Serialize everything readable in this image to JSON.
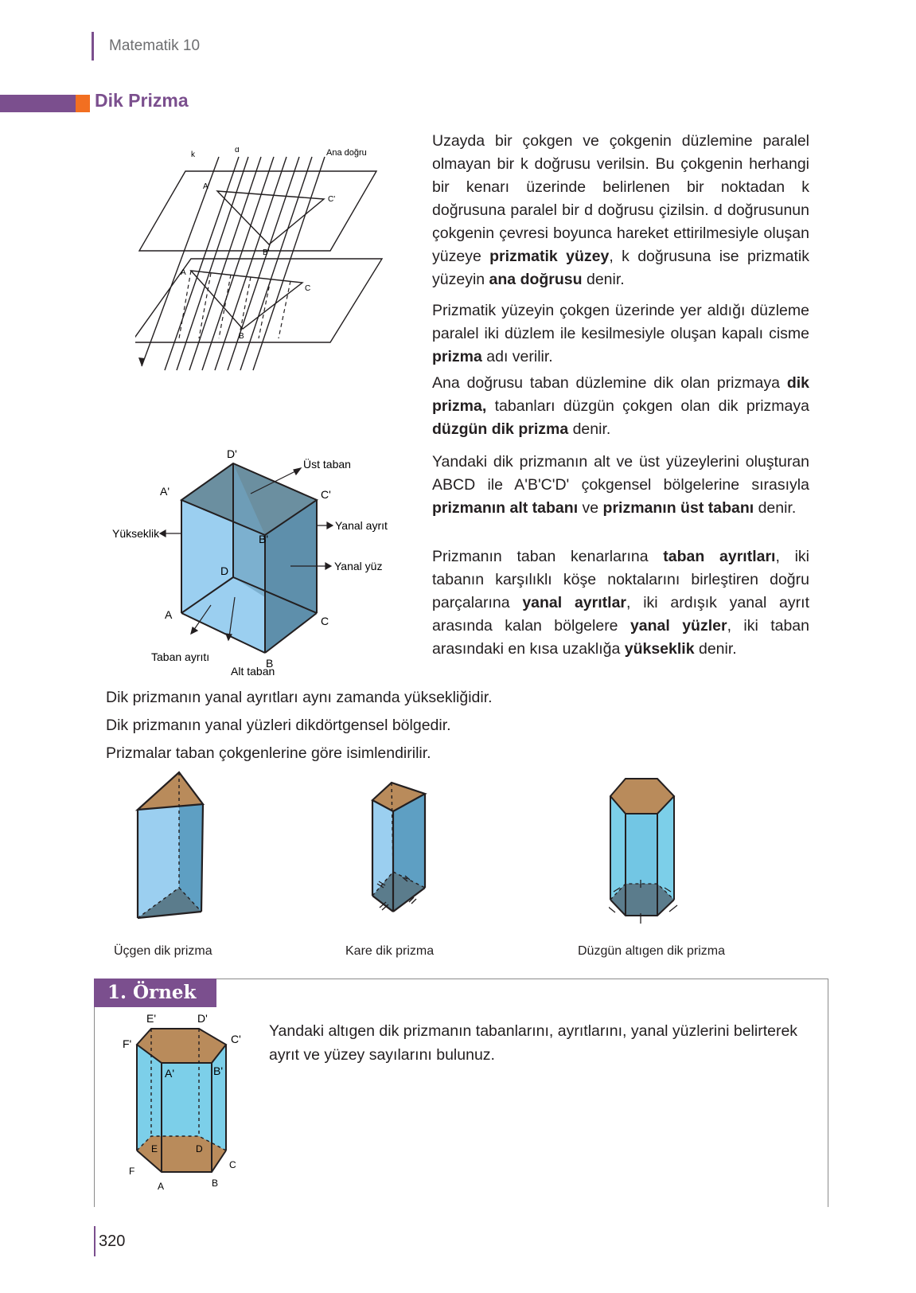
{
  "header": {
    "subject": "Matematik 10"
  },
  "section": {
    "title": "Dik Prizma"
  },
  "paragraphs": {
    "p1": {
      "t1": "Uzayda bir çokgen ve çokgenin düzlemine paralel olmayan bir k doğrusu verilsin. Bu çokgenin herhangi bir kenarı üzerinde belirlenen bir noktadan k doğrusuna paralel bir d doğrusu çizilsin. d doğrusunun çokgenin çevresi boyunca hareket ettirilmesiyle oluşan yüzeye ",
      "b1": "prizmatik yüzey",
      "t2": ", k doğrusuna ise prizmatik yüzeyin ",
      "b2": "ana doğrusu",
      "t3": " denir."
    },
    "p2": {
      "t1": "Prizmatik yüzeyin çokgen üzerinde yer aldığı düzleme paralel iki düzlem ile kesilmesiyle oluşan kapalı cisme ",
      "b1": "prizma",
      "t2": " adı verilir."
    },
    "p3": {
      "t1": "Ana doğrusu taban düzlemine dik olan prizmaya ",
      "b1": "dik prizma,",
      "t2": " tabanları düzgün çokgen olan dik prizmaya ",
      "b2": "düzgün dik prizma",
      "t3": " denir."
    },
    "p4": {
      "t1": "Yandaki dik prizmanın alt ve üst yüzeylerini oluşturan ABCD ile A'B'C'D' çokgensel bölgelerine sırasıyla ",
      "b1": "prizmanın alt tabanı",
      "t2": " ve ",
      "b2": "prizmanın üst tabanı",
      "t3": " denir."
    },
    "p5": {
      "t1": "Prizmanın taban kenarlarına ",
      "b1": "taban ayrıtları",
      "t2": ", iki tabanın karşılıklı köşe noktalarını birleştiren doğru parçalarına ",
      "b2": "yanal ayrıtlar",
      "t3": ", iki ardışık yanal ayrıt arasında kalan bölgelere ",
      "b3": "yanal yüzler",
      "t4": ", iki taban arasındaki en kısa uzaklığa ",
      "b4": "yükseklik",
      "t5": " denir."
    }
  },
  "notes": [
    "Dik prizmanın yanal ayrıtları aynı zamanda yüksekliğidir.",
    "Dik prizmanın yanal yüzleri dikdörtgensel bölgedir.",
    "Prizmalar taban çokgenlerine göre isimlendirilir."
  ],
  "figure1": {
    "k": "k",
    "d": "d",
    "ana": "Ana doğru",
    "A1": "A'",
    "B1": "B'",
    "C1": "C'",
    "A": "A",
    "B": "B",
    "C": "C"
  },
  "figure2": {
    "D1": "D'",
    "A1": "A'",
    "C1": "C'",
    "B1": "B'",
    "D": "D",
    "A": "A",
    "B": "B",
    "C": "C",
    "ust_taban": "Üst taban",
    "yanal_ayrit": "Yanal ayrıt",
    "yanal_yuz": "Yanal yüz",
    "yukseklik": "Yükseklik",
    "taban_ayriti": "Taban ayrıtı",
    "alt_taban": "Alt taban"
  },
  "prisms": {
    "tri": "Üçgen dik prizma",
    "square": "Kare dik prizma",
    "hex": "Düzgün altıgen dik prizma"
  },
  "example": {
    "label": "1. Örnek",
    "text": "Yandaki altıgen dik prizmanın tabanlarını, ayrıtlarını, yanal yüzlerini belirterek ayrıt ve yüzey sayılarını bulunuz.",
    "E1": "E'",
    "D1": "D'",
    "F1": "F'",
    "C1": "C'",
    "A1": "A'",
    "B1": "B'",
    "E": "E",
    "D": "D",
    "F": "F",
    "C": "C",
    "A": "A",
    "B": "B"
  },
  "footer": {
    "page": "320"
  },
  "colors": {
    "purple": "#7b4f8e",
    "orange": "#f26f21",
    "blue": "#9bcff0",
    "darkblue": "#5e8fab",
    "tan": "#b98b5b"
  }
}
